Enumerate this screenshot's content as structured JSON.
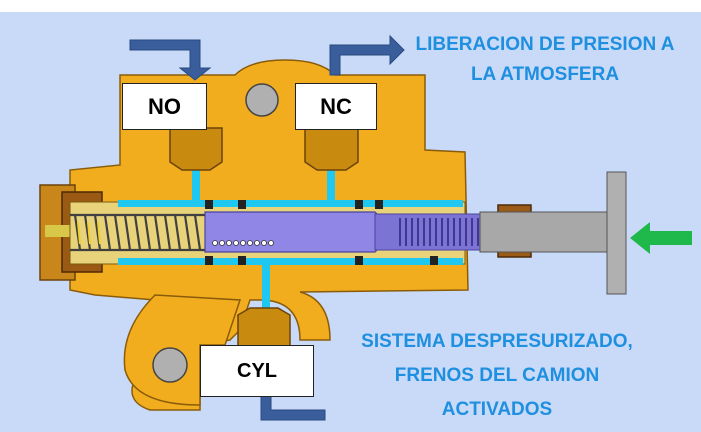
{
  "ports": {
    "no": "NO",
    "nc": "NC",
    "cyl": "CYL"
  },
  "captions": {
    "release_line1": "LIBERACION DE PRESION A",
    "release_line2": "LA ATMOSFERA",
    "state_line1": "SISTEMA DESPRESURIZADO,",
    "state_line2": "FRENOS DEL CAMION",
    "state_line3": "ACTIVADOS"
  },
  "colors": {
    "background": "#c8daf8",
    "body": "#f2ad1f",
    "body_dark": "#c98a10",
    "fitting": "#d49a16",
    "channel": "#1ec8f0",
    "spool": "#8f86e6",
    "plunger": "#a8a8a8",
    "nut": "#8a4a14",
    "arrow_blue": "#3a5e9c",
    "arrow_green": "#1fb84a",
    "caption_text": "#1f8fe0"
  },
  "icons": {
    "input_arrow": "arrow-down-icon",
    "exhaust_arrow": "arrow-right-icon",
    "cyl_arrow": "arrow-up-icon",
    "actuation_arrow": "arrow-left-icon"
  }
}
